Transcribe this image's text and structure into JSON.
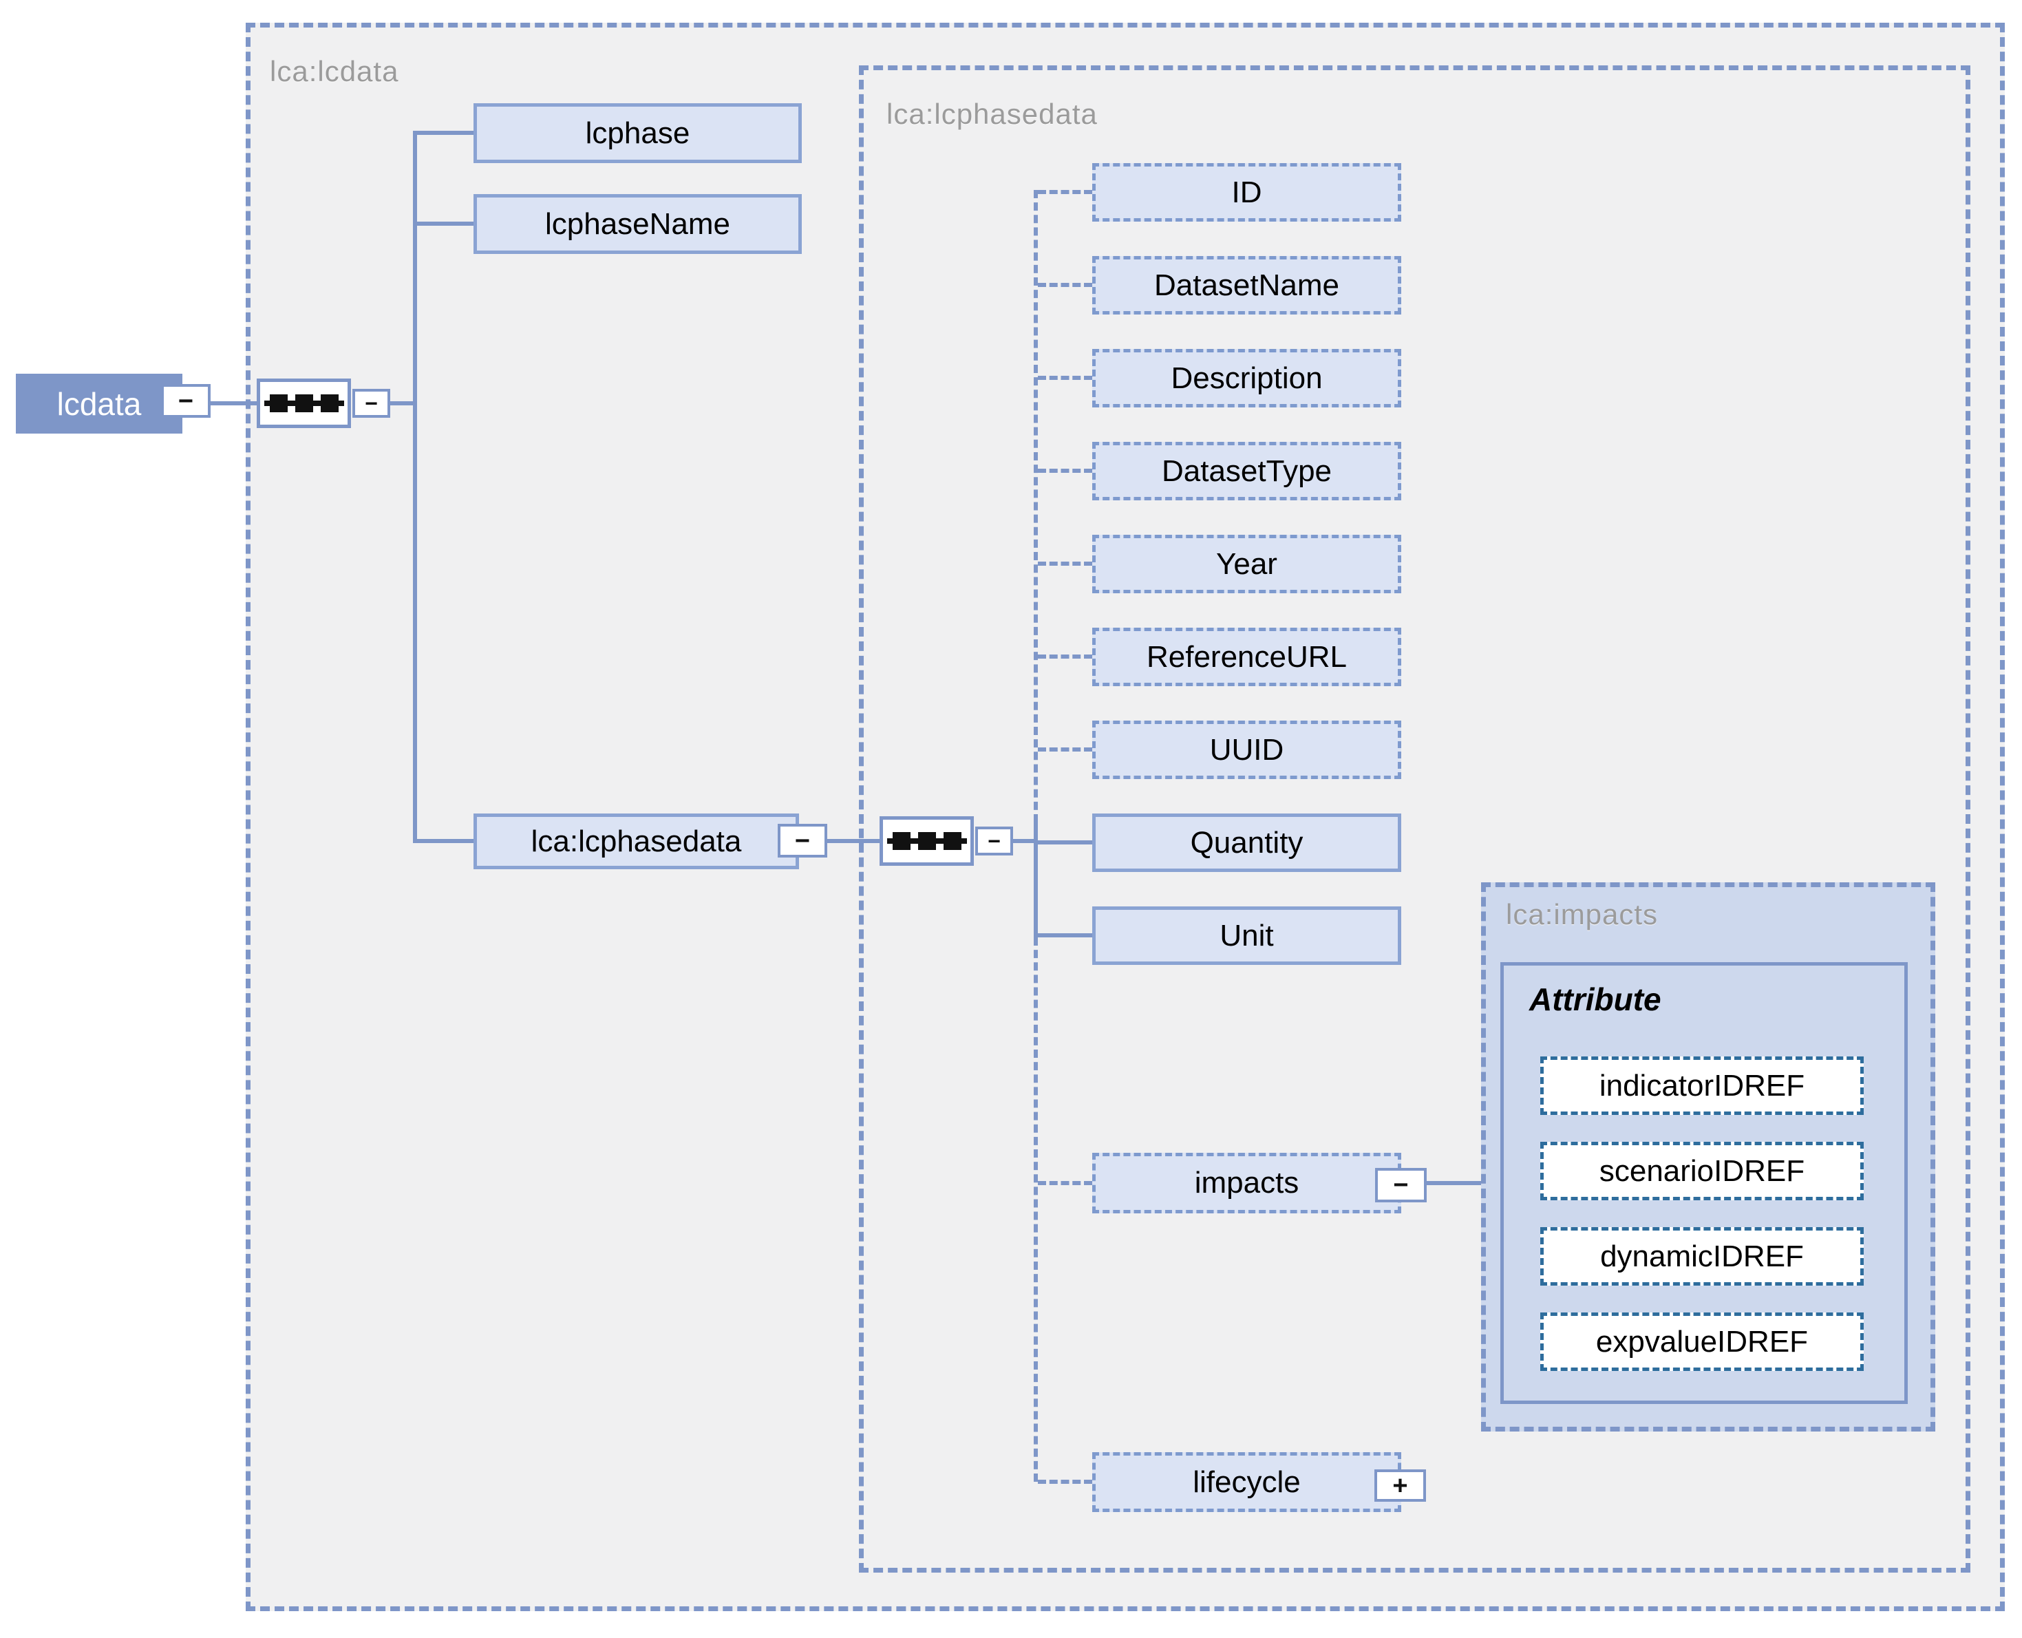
{
  "root": {
    "label": "lcdata",
    "collapse_glyph": "−"
  },
  "containers": {
    "lcdata_label": "lca:lcdata",
    "lcphasedata_label": "lca:lcphasedata",
    "impacts_label": "lca:impacts",
    "attribute_title": "Attribute"
  },
  "sequence_glyph": "−",
  "lcdata_children": [
    {
      "label": "lcphase"
    },
    {
      "label": "lcphaseName"
    },
    {
      "label": "lca:lcphasedata",
      "collapse_glyph": "−"
    }
  ],
  "lcphasedata_children": [
    {
      "label": "ID",
      "optional": true
    },
    {
      "label": "DatasetName",
      "optional": true
    },
    {
      "label": "Description",
      "optional": true
    },
    {
      "label": "DatasetType",
      "optional": true
    },
    {
      "label": "Year",
      "optional": true
    },
    {
      "label": "ReferenceURL",
      "optional": true
    },
    {
      "label": "UUID",
      "optional": true
    },
    {
      "label": "Quantity",
      "optional": false
    },
    {
      "label": "Unit",
      "optional": false
    },
    {
      "label": "impacts",
      "optional": true,
      "collapse_glyph": "−"
    },
    {
      "label": "lifecycle",
      "optional": true,
      "expand_glyph": "+"
    }
  ],
  "impacts_attributes": [
    "indicatorIDREF",
    "scenarioIDREF",
    "dynamicIDREF",
    "expvalueIDREF"
  ],
  "colors": {
    "line_blue": "#7e96c8",
    "element_fill": "#dbe3f4",
    "container_fill": "#f0f0f1",
    "impacts_fill": "#cdd8ed",
    "attr_dash_border": "#2e6d9d",
    "root_fill": "#7e96c8",
    "label_gray": "#9b9b9b"
  }
}
